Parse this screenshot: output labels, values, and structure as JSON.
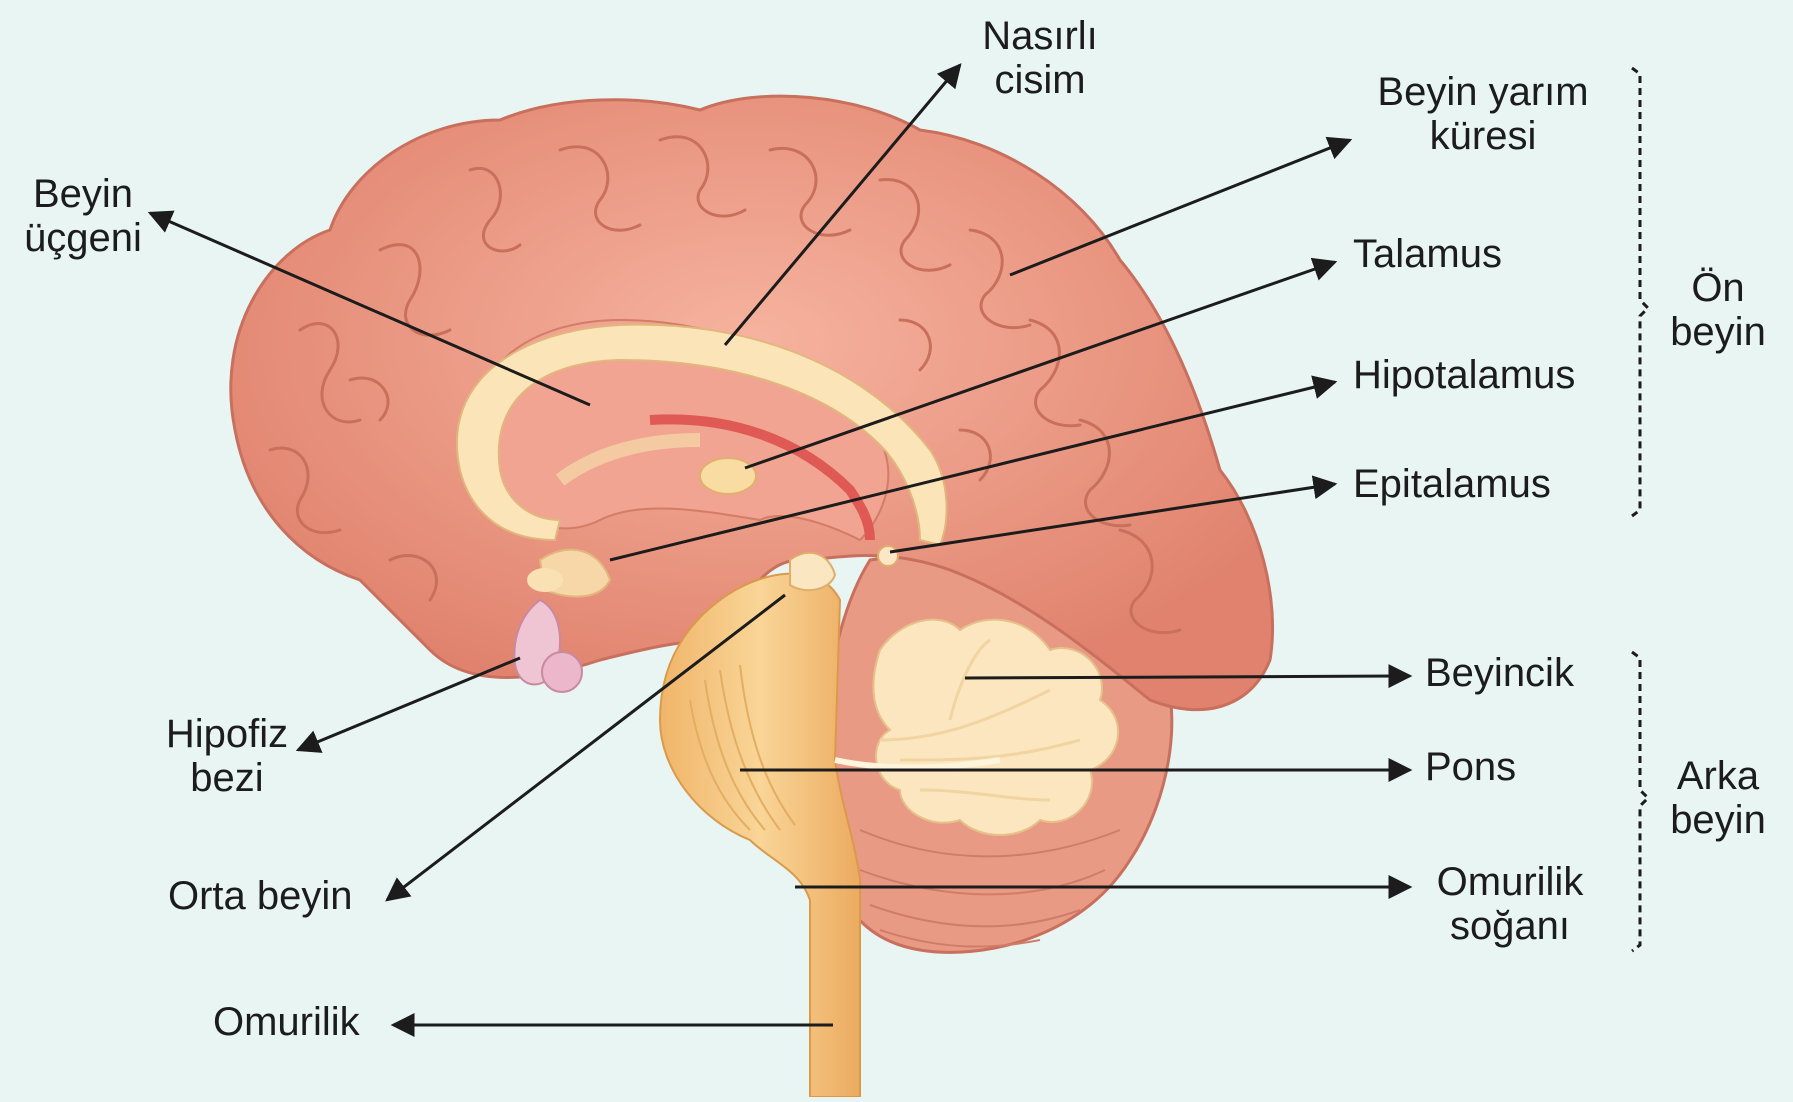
{
  "labels": {
    "corpus_callosum": [
      "Nasırlı",
      "cisim"
    ],
    "cerebrum": [
      "Beyin yarım",
      "küresi"
    ],
    "fornix": [
      "Beyin",
      "üçgeni"
    ],
    "thalamus": "Talamus",
    "hypothalamus": "Hipotalamus",
    "epithalamus": "Epitalamus",
    "pituitary": [
      "Hipofiz",
      "bezi"
    ],
    "cerebellum": "Beyincik",
    "pons": "Pons",
    "midbrain": "Orta beyin",
    "medulla": [
      "Omurilik",
      "soğanı"
    ],
    "spinal_cord": "Omurilik",
    "forebrain_group": [
      "Ön",
      "beyin"
    ],
    "hindbrain_group": [
      "Arka",
      "beyin"
    ]
  },
  "colors": {
    "background": "#e8f5f3",
    "cortex": "#ef9c86",
    "cortex_dark": "#d9725f",
    "white_matter": "#f8dcae",
    "brainstem": "#f3c27c",
    "cerebellum_tree": "#fbe6c0",
    "pituitary": "#e7b6c8",
    "line": "#1c1c1c"
  }
}
